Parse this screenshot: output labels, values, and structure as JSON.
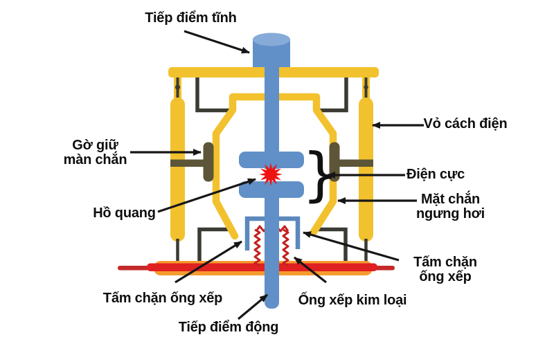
{
  "diagram": {
    "labels": {
      "tiep_diem_tinh": "Tiếp điểm tĩnh",
      "vo_cach_dien": "Vỏ cách điện",
      "go_giu_man_chan": "Gờ giữ\nmàn chắn",
      "dien_cuc": "Điện cực",
      "mat_chan_ngung_hoi": "Mặt chắn\nngưng hơi",
      "ho_quang": "Hồ quang",
      "tam_chan_ong_xep_left": "Tấm chặn ống xếp",
      "tiep_diem_dong": "Tiếp điểm động",
      "ong_xep_kim_loai": "Ống xếp kim loại",
      "tam_chan_ong_xep_right": "Tấm chặn\nống xếp"
    },
    "glyphs": {
      "electrode_brace": "}"
    },
    "colors": {
      "background": "#FFFFFF",
      "insulator_yellow": "#F2C12E",
      "conductor_blue": "#6190C8",
      "conductor_blue_light": "#87ABD8",
      "staple_blue": "#5C88BC",
      "hardware_dark": "#3B3B33",
      "flange_olive": "#5C5537",
      "base_red": "#E02121",
      "base_red_thin": "#C52A2A",
      "base_orange_glow": "#F59B2F",
      "bellows_red": "#C42020",
      "arc_red": "#EE1414",
      "label_ink": "#0E0E0E"
    }
  }
}
